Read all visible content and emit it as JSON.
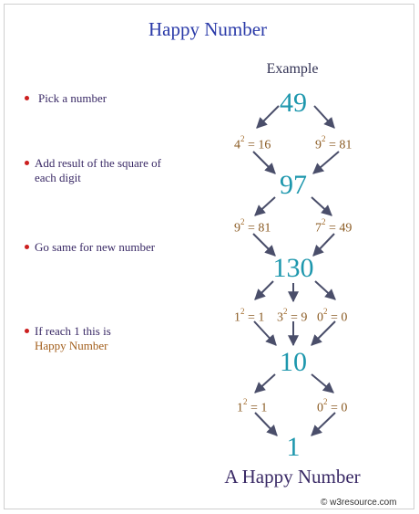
{
  "title": "Happy Number",
  "example_label": "Example",
  "steps": [
    {
      "text": "Pick a number",
      "highlight": ""
    },
    {
      "text": "Add result of the square of each digit",
      "highlight": ""
    },
    {
      "text": "Go same for new number",
      "highlight": ""
    },
    {
      "text": "If reach 1 this is",
      "highlight": "Happy Number"
    }
  ],
  "numbers": [
    "49",
    "97",
    "130",
    "10",
    "1"
  ],
  "squares": [
    [
      {
        "base": "4",
        "exp": "2",
        "result": "16"
      },
      {
        "base": "9",
        "exp": "2",
        "result": "81"
      }
    ],
    [
      {
        "base": "9",
        "exp": "2",
        "result": "81"
      },
      {
        "base": "7",
        "exp": "2",
        "result": "49"
      }
    ],
    [
      {
        "base": "1",
        "exp": "2",
        "result": "1"
      },
      {
        "base": "3",
        "exp": "2",
        "result": "9"
      },
      {
        "base": "0",
        "exp": "2",
        "result": "0"
      }
    ],
    [
      {
        "base": "1",
        "exp": "2",
        "result": "1"
      },
      {
        "base": "0",
        "exp": "2",
        "result": "0"
      }
    ]
  ],
  "conclusion": "A Happy Number",
  "credit": "© w3resource.com",
  "colors": {
    "title": "#2a3aa8",
    "number": "#1d97ad",
    "equation": "#8a5a22",
    "bullet": "#cc1f1f",
    "arrow": "#4a4e6a"
  }
}
